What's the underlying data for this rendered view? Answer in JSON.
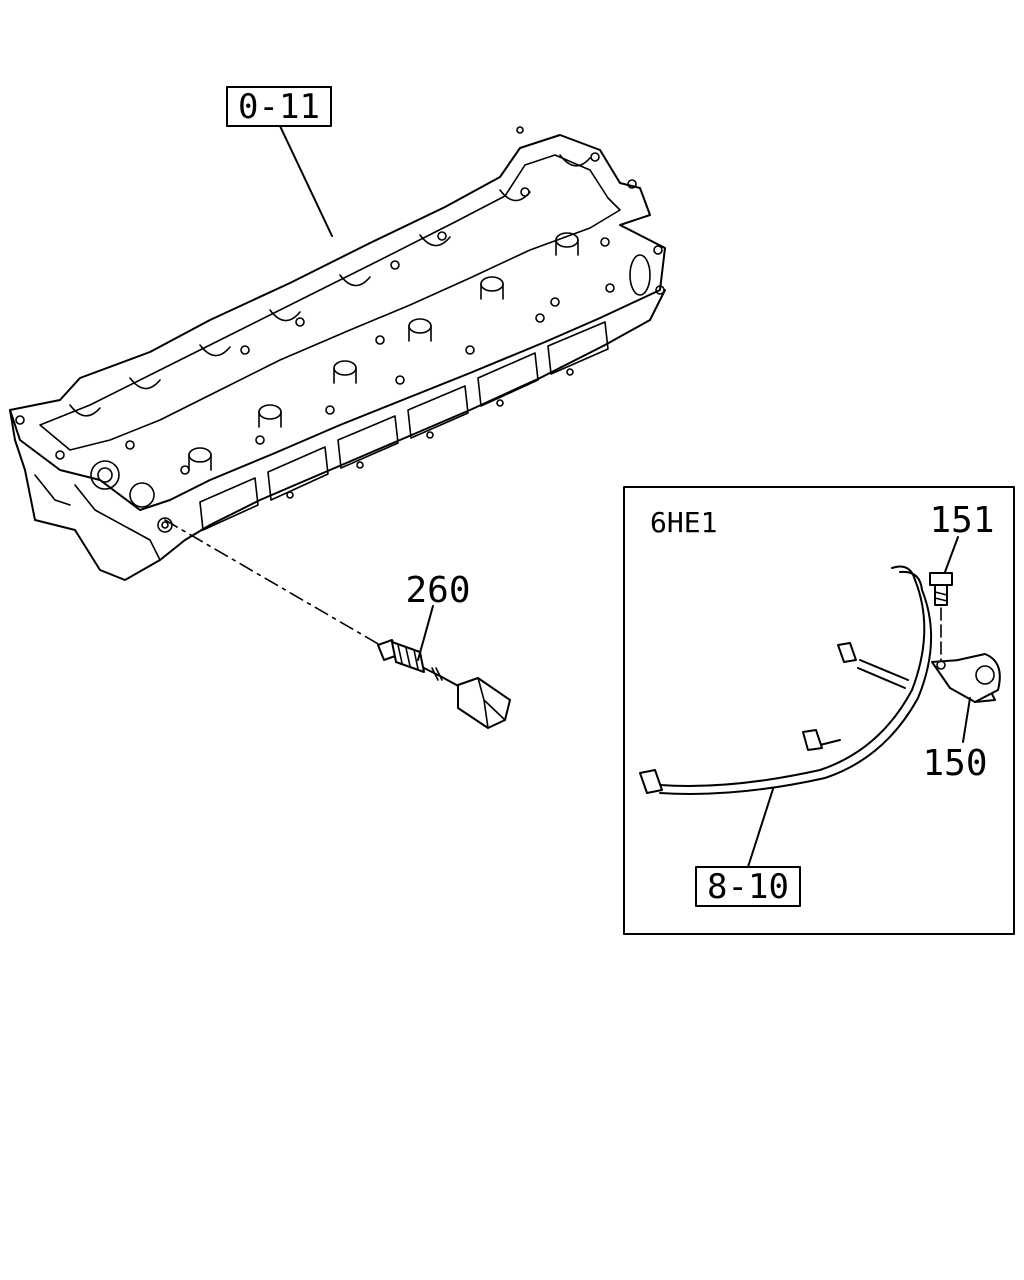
{
  "refs": {
    "cylinder_head": "0-11",
    "harness": "8-10"
  },
  "callouts": {
    "sensor": "260",
    "bolt": "151",
    "bracket": "150"
  },
  "detail": {
    "variant_label": "6HE1"
  }
}
